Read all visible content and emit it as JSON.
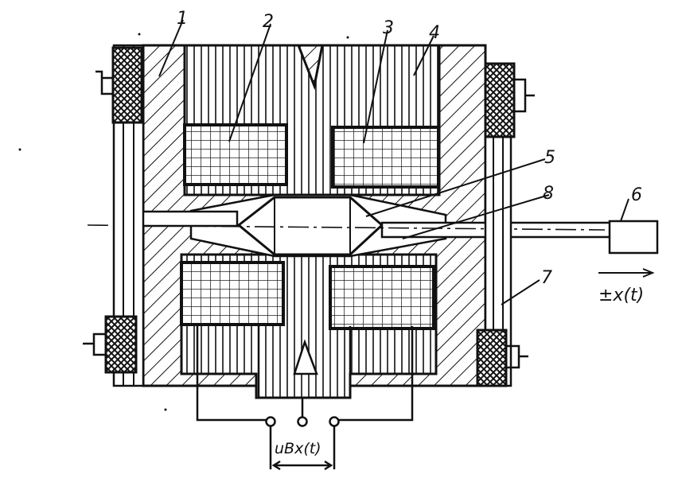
{
  "labels": {
    "part_1": "1",
    "part_2": "2",
    "part_3": "3",
    "part_4": "4",
    "part_5": "5",
    "part_6": "6",
    "part_7": "7",
    "part_8": "8",
    "displacement": "±x(t)",
    "input_voltage": "uBx(t)"
  },
  "colors": {
    "ink": "#111111",
    "paper": "#ffffff"
  }
}
